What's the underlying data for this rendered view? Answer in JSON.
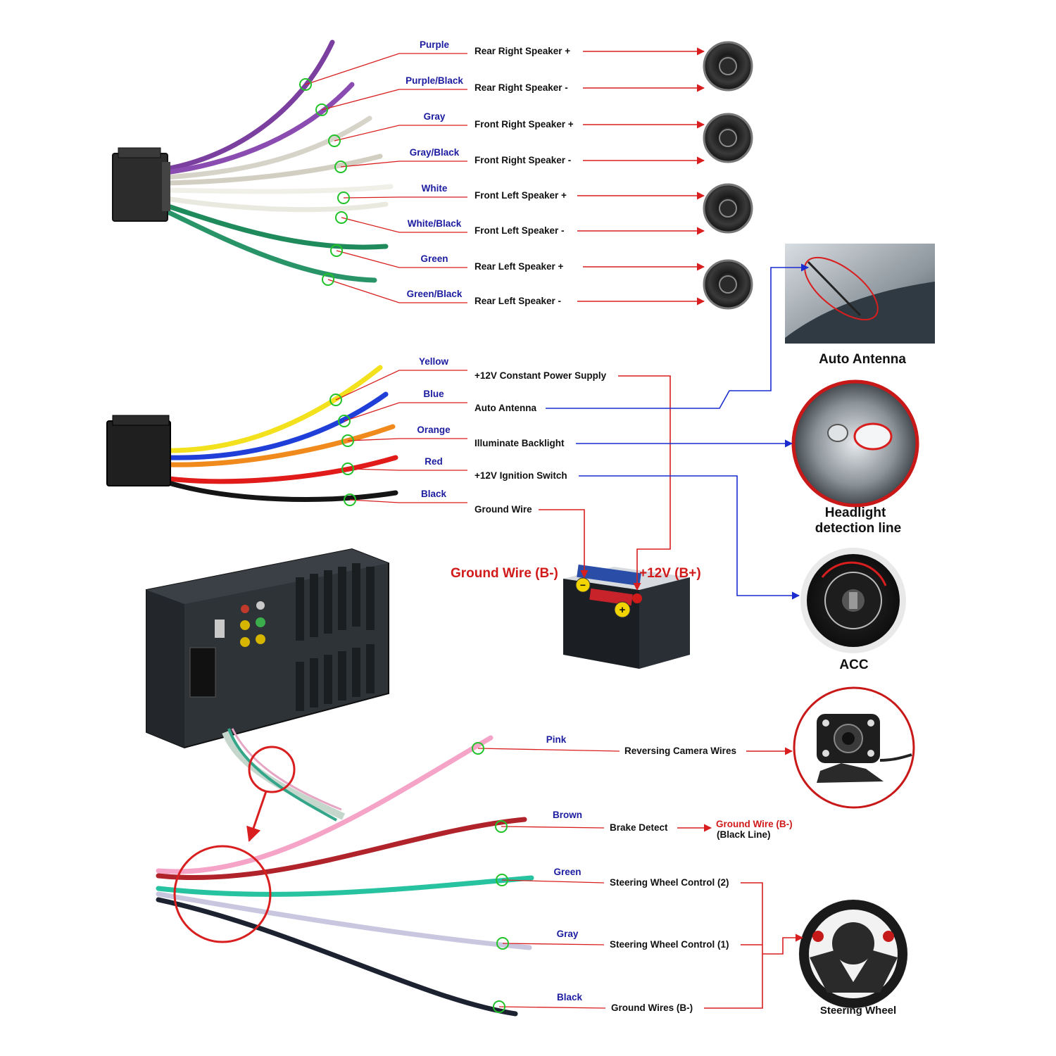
{
  "speakers": [
    {
      "color_label": "Purple",
      "function_label": "Rear Right Speaker +",
      "wire_hex": "#7b3fa0"
    },
    {
      "color_label": "Purple/Black",
      "function_label": "Rear Right Speaker -",
      "wire_hex": "#7b3fa0"
    },
    {
      "color_label": "Gray",
      "function_label": "Front Right Speaker +",
      "wire_hex": "#d6d3c8"
    },
    {
      "color_label": "Gray/Black",
      "function_label": "Front Right Speaker -",
      "wire_hex": "#d6d3c8"
    },
    {
      "color_label": "White",
      "function_label": "Front Left Speaker +",
      "wire_hex": "#f0efe8"
    },
    {
      "color_label": "White/Black",
      "function_label": "Front Left Speaker -",
      "wire_hex": "#f0efe8"
    },
    {
      "color_label": "Green",
      "function_label": "Rear Left Speaker +",
      "wire_hex": "#1f8a5c"
    },
    {
      "color_label": "Green/Black",
      "function_label": "Rear Left Speaker -",
      "wire_hex": "#1f8a5c"
    }
  ],
  "power": [
    {
      "color_label": "Yellow",
      "function_label": "+12V Constant Power Supply",
      "wire_hex": "#f2e11c"
    },
    {
      "color_label": "Blue",
      "function_label": "Auto Antenna",
      "wire_hex": "#1f3fd8"
    },
    {
      "color_label": "Orange",
      "function_label": "Illuminate Backlight",
      "wire_hex": "#f08a1c"
    },
    {
      "color_label": "Red",
      "function_label": "+12V  Ignition Switch",
      "wire_hex": "#e11a1a"
    },
    {
      "color_label": "Black",
      "function_label": "Ground Wire",
      "wire_hex": "#151515"
    }
  ],
  "devices": {
    "auto_antenna": "Auto Antenna",
    "headlight_line1": "Headlight",
    "headlight_line2": "detection line",
    "acc": "ACC",
    "steering_wheel": "Steering Wheel"
  },
  "battery": {
    "ground_label": "Ground Wire (B-)",
    "positive_label": "+12V  (B+)"
  },
  "aux": [
    {
      "color_label": "Pink",
      "function_label": "Reversing Camera Wires",
      "wire_hex": "#f5a3c7"
    },
    {
      "color_label": "Brown",
      "function_label": "Brake Detect",
      "wire_hex": "#b0232b"
    },
    {
      "color_label": "Green",
      "function_label": "Steering Wheel Control (2)",
      "wire_hex": "#27c2a0"
    },
    {
      "color_label": "Gray",
      "function_label": "Steering Wheel Control (1)",
      "wire_hex": "#c9c6df"
    },
    {
      "color_label": "Black",
      "function_label": "Ground Wires (B-)",
      "wire_hex": "#1c2230"
    }
  ],
  "brake_target": {
    "line1": "Ground Wire (B-)",
    "line2": "(Black Line)"
  },
  "colors": {
    "arrow_red": "#d81e1e",
    "arrow_blue": "#1a2bd0",
    "marker_green": "#22c22a",
    "label_blue": "#1c1ca0"
  }
}
